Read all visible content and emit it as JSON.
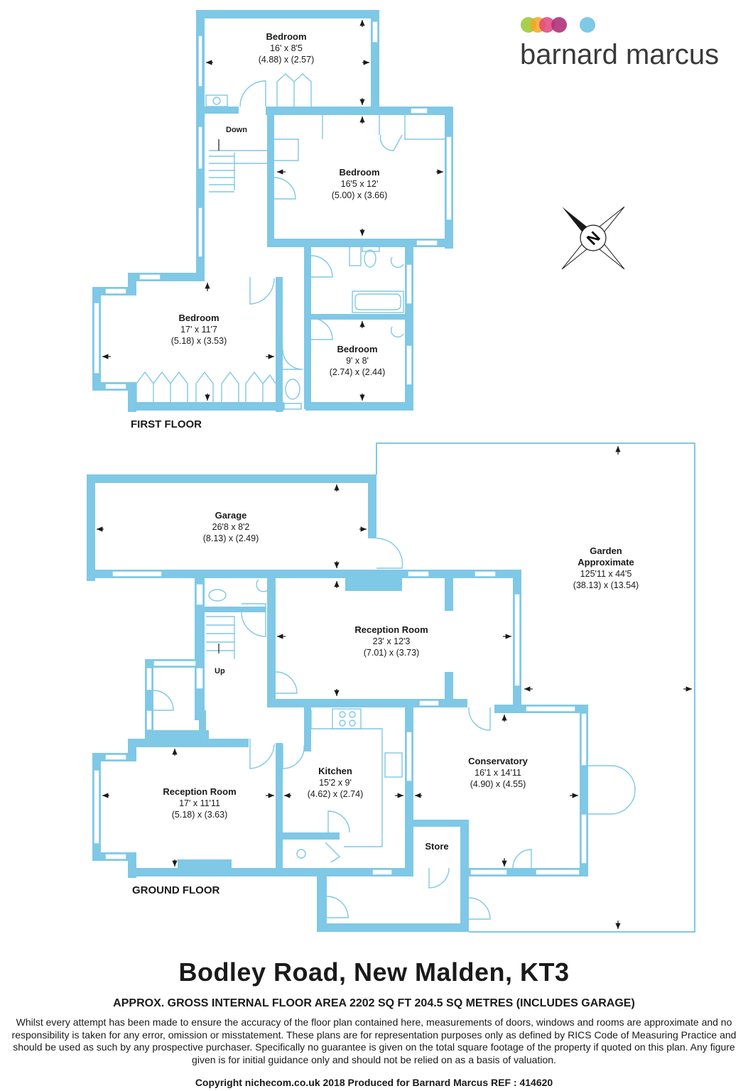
{
  "brand": {
    "name": "barnard marcus",
    "dot_colors": [
      "#9ccb3b",
      "#f5a623",
      "#e0457b",
      "#b0327a",
      "#7fc8e6"
    ]
  },
  "compass": {
    "label": "N"
  },
  "floors": {
    "first": {
      "label": "FIRST FLOOR",
      "rooms": [
        {
          "name": "Bedroom",
          "dims": "16' x 8'5",
          "metric": "(4.88) x (2.57)"
        },
        {
          "name": "Bedroom",
          "dims": "16'5 x 12'",
          "metric": "(5.00) x (3.66)"
        },
        {
          "name": "Bedroom",
          "dims": "17' x 11'7",
          "metric": "(5.18) x (3.53)"
        },
        {
          "name": "Bedroom",
          "dims": "9' x 8'",
          "metric": "(2.74) x (2.44)"
        }
      ],
      "stair_label": "Down"
    },
    "ground": {
      "label": "GROUND FLOOR",
      "rooms": [
        {
          "name": "Garage",
          "dims": "26'8 x 8'2",
          "metric": "(8.13) x (2.49)"
        },
        {
          "name": "Reception Room",
          "dims": "23' x 12'3",
          "metric": "(7.01) x (3.73)"
        },
        {
          "name": "Reception Room",
          "dims": "17' x 11'11",
          "metric": "(5.18) x (3.63)"
        },
        {
          "name": "Kitchen",
          "dims": "15'2 x 9'",
          "metric": "(4.62) x (2.74)"
        },
        {
          "name": "Conservatory",
          "dims": "16'1 x 14'11",
          "metric": "(4.90) x (4.55)"
        },
        {
          "name": "Store",
          "dims": "",
          "metric": ""
        }
      ],
      "stair_label": "Up",
      "garden": {
        "name": "Garden",
        "qualifier": "Approximate",
        "dims": "125'11 x 44'5",
        "metric": "(38.13) x (13.54)"
      }
    }
  },
  "wall_color": "#7fc8e6",
  "footer": {
    "address": "Bodley Road, New Malden, KT3",
    "area": "APPROX. GROSS INTERNAL FLOOR AREA 2202 SQ FT 204.5 SQ METRES (INCLUDES GARAGE)",
    "disclaimer": "Whilst every attempt has been made to ensure the accuracy of the floor plan contained here, measurements of doors, windows and rooms are approximate and no responsibility is taken for any error, omission or misstatement. These plans are for representation purposes only as defined by RICS Code of Measuring Practice and should be used as such by any prospective purchaser.  Specifically no guarantee is given on the total square footage of the property if quoted on this plan. Any figure given is for initial guidance only and should not be relied on as a basis of valuation.",
    "copyright": "Copyright nichecom.co.uk 2018    Produced for Barnard Marcus    REF : 414620"
  }
}
